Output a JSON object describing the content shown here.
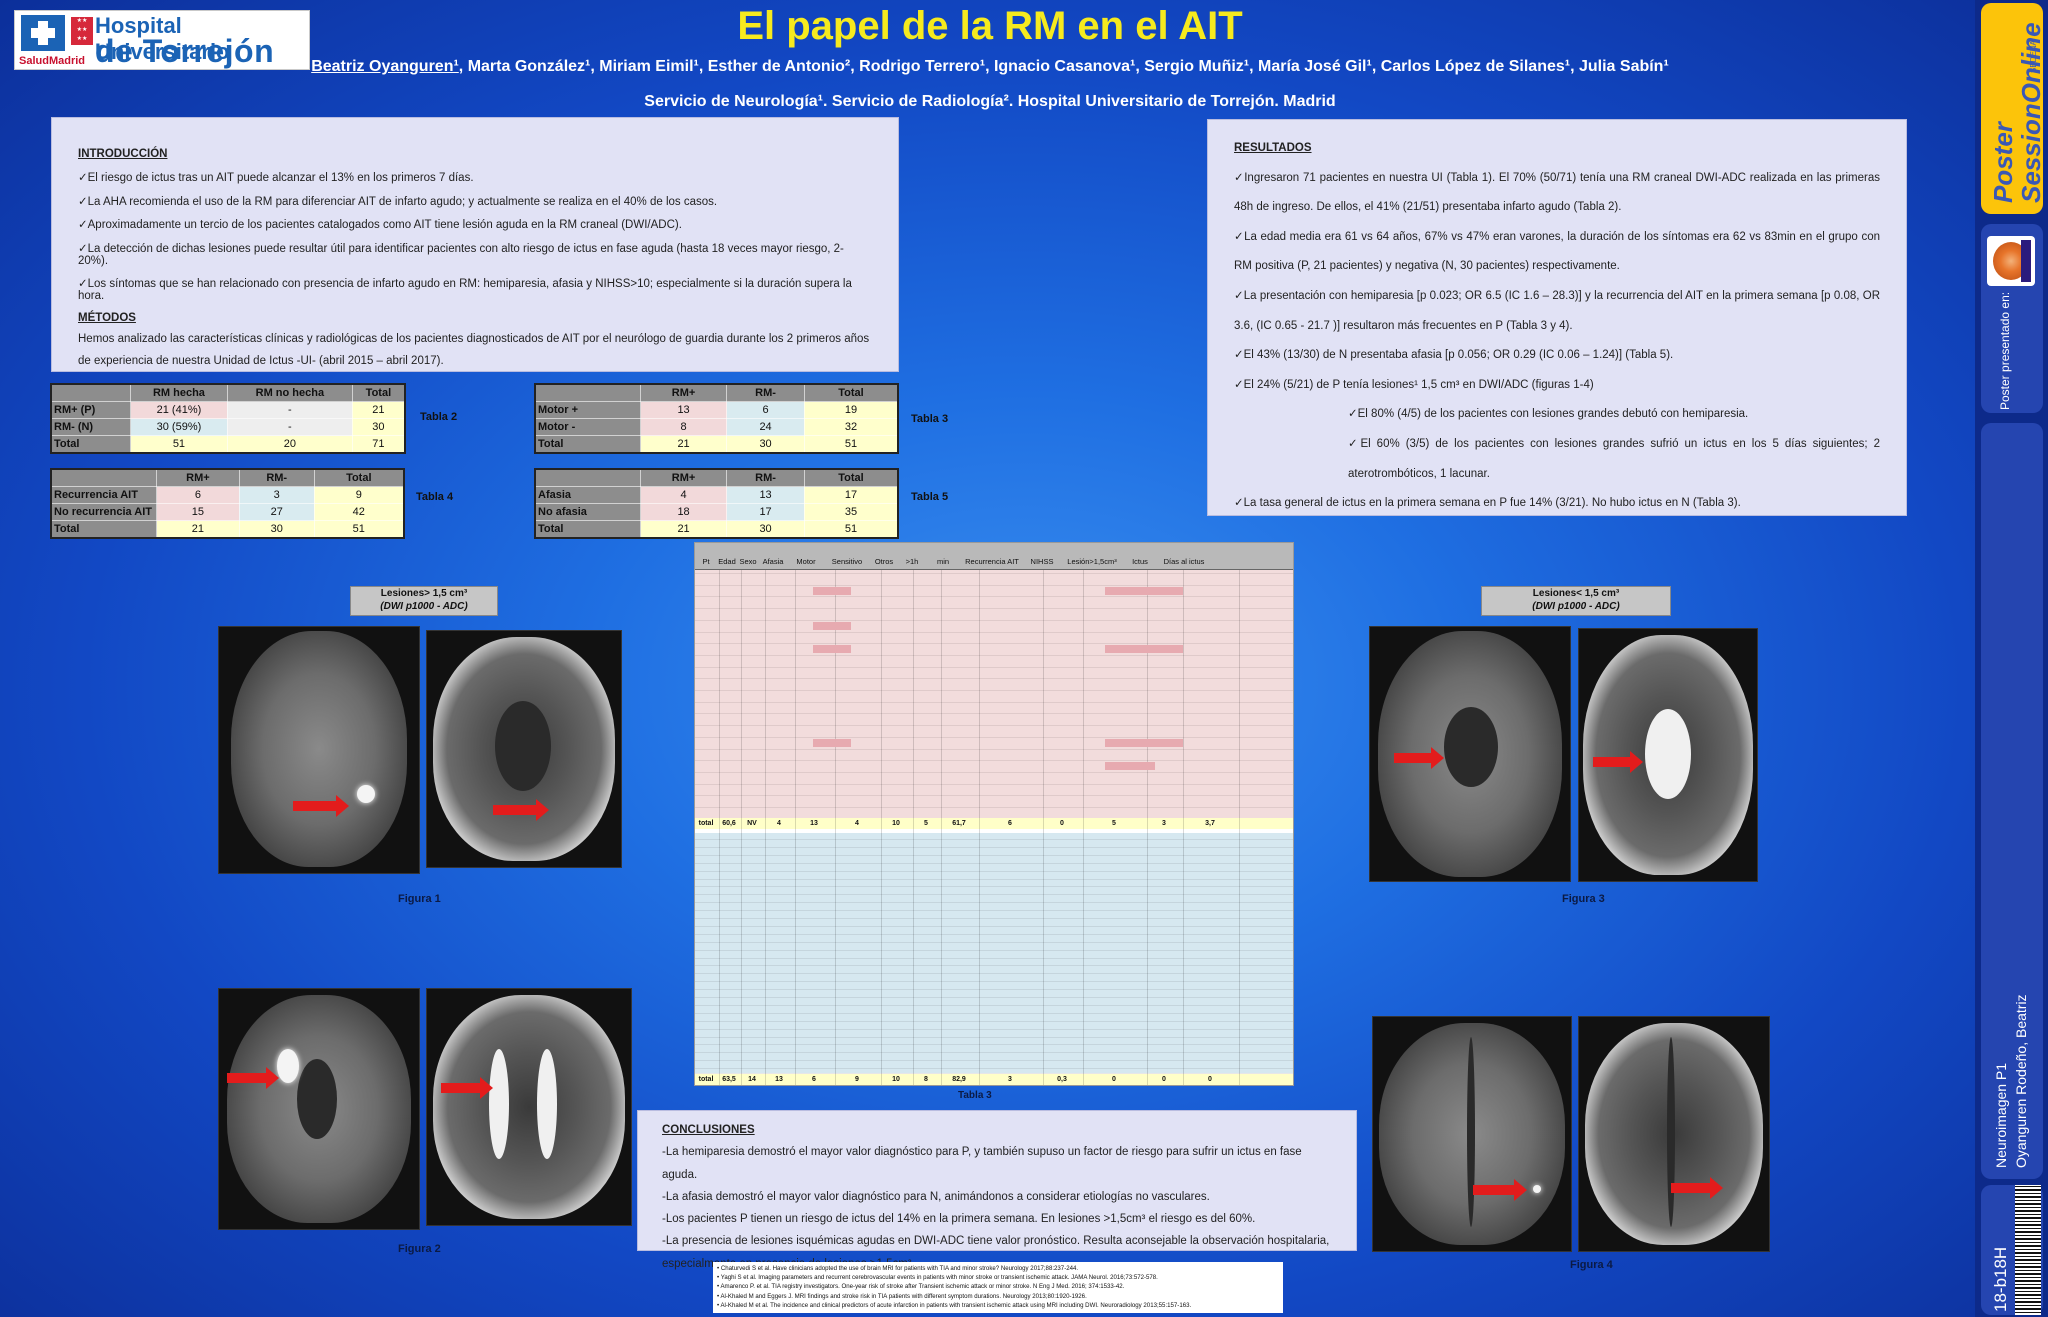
{
  "header": {
    "logo_small": "SaludMadrid",
    "logo_line1": "Hospital Universitario",
    "logo_line2": "de Torrejón",
    "title": "El papel de la RM en el AIT",
    "authors_first": "Beatriz Oyanguren¹",
    "authors_rest": ", Marta González¹, Miriam Eimil¹, Esther de Antonio², Rodrigo Terrero¹, Ignacio Casanova¹, Sergio Muñiz¹, María José Gil¹, Carlos López de Silanes¹, Julia Sabín¹",
    "affiliations": "Servicio de Neurología¹. Servicio de Radiología². Hospital Universitario de Torrejón. Madrid"
  },
  "intro": {
    "heading": "INTRODUCCIÓN",
    "items": [
      "✓El riesgo de ictus tras un AIT puede alcanzar el 13% en los primeros 7 días.",
      "✓La AHA recomienda el uso de la RM para diferenciar AIT de infarto agudo; y actualmente se realiza en el 40% de los casos.",
      "✓Aproximadamente un tercio de los pacientes catalogados como AIT tiene lesión aguda en la RM craneal (DWI/ADC).",
      "✓La detección de dichas lesiones puede resultar útil para identificar pacientes con alto riesgo de ictus en fase aguda (hasta 18 veces mayor riesgo, 2-20%).",
      "✓Los síntomas que se han relacionado con presencia de infarto agudo en RM: hemiparesia, afasia y NIHSS>10; especialmente si la duración supera la hora."
    ],
    "methods_heading": "MÉTODOS",
    "methods_text": "Hemos analizado las características clínicas y radiológicas de los pacientes diagnosticados de AIT por el neurólogo de guardia durante los 2 primeros años de experiencia de nuestra Unidad de Ictus -UI- (abril 2015 – abril 2017)."
  },
  "tabla2": {
    "label": "Tabla 2",
    "headers": [
      "",
      "RM hecha",
      "RM no hecha",
      "Total"
    ],
    "rows": [
      [
        "RM+ (P)",
        "21 (41%)",
        "-",
        "21"
      ],
      [
        "RM- (N)",
        "30 (59%)",
        "-",
        "30"
      ],
      [
        "Total",
        "51",
        "20",
        "71"
      ]
    ]
  },
  "tabla3": {
    "label": "Tabla 3",
    "headers": [
      "",
      "RM+",
      "RM-",
      "Total"
    ],
    "rows": [
      [
        "Motor +",
        "13",
        "6",
        "19"
      ],
      [
        "Motor -",
        "8",
        "24",
        "32"
      ],
      [
        "Total",
        "21",
        "30",
        "51"
      ]
    ]
  },
  "tabla4": {
    "label": "Tabla 4",
    "headers": [
      "",
      "RM+",
      "RM-",
      "Total"
    ],
    "rows": [
      [
        "Recurrencia AIT",
        "6",
        "3",
        "9"
      ],
      [
        "No recurrencia AIT",
        "15",
        "27",
        "42"
      ],
      [
        "Total",
        "21",
        "30",
        "51"
      ]
    ]
  },
  "tabla5": {
    "label": "Tabla 5",
    "headers": [
      "",
      "RM+",
      "RM-",
      "Total"
    ],
    "rows": [
      [
        "Afasia",
        "4",
        "13",
        "17"
      ],
      [
        "No afasia",
        "18",
        "17",
        "35"
      ],
      [
        "Total",
        "21",
        "30",
        "51"
      ]
    ]
  },
  "results": {
    "heading": "RESULTADOS",
    "p1": "✓Ingresaron 71 pacientes en nuestra UI (Tabla 1). El 70% (50/71) tenía una RM craneal DWI-ADC realizada en las primeras 48h de ingreso. De ellos, el 41% (21/51) presentaba infarto agudo (Tabla 2).",
    "p2": "✓La edad media era 61 vs 64 años, 67% vs 47% eran varones, la duración de los síntomas era 62 vs 83min en el grupo con RM positiva (P, 21 pacientes) y negativa (N, 30 pacientes) respectivamente.",
    "p3": "✓La presentación con hemiparesia [p 0.023; OR 6.5 (IC 1.6 – 28.3)] y la recurrencia del AIT en la primera semana [p 0.08, OR 3.6, (IC 0.65 - 21.7 )] resultaron más frecuentes en P (Tabla 3 y 4).",
    "p4": "✓El 43% (13/30) de N presentaba afasia [p 0.056; OR 0.29 (IC 0.06 – 1.24)] (Tabla 5).",
    "p5": "✓El 24% (5/21) de P tenía lesiones¹ 1,5 cm³ en DWI/ADC (figuras 1-4)",
    "p6": "✓El 80% (4/5) de los pacientes con lesiones grandes debutó con hemiparesia.",
    "p7": "✓El 60% (3/5) de los pacientes con lesiones grandes sufrió un ictus en los 5 días siguientes; 2 aterotrombóticos, 1 lacunar.",
    "p8": "✓La tasa general de ictus en la primera semana en P fue 14% (3/21). No hubo ictus en N (Tabla 3)."
  },
  "figures": {
    "fig1_box_a": "Lesiones> 1,5 cm³",
    "fig1_box_b": "(DWI p1000 - ADC)",
    "fig3_box_a": "Lesiones< 1,5 cm³",
    "fig3_box_b": "(DWI p1000 - ADC)",
    "fig1": "Figura 1",
    "fig2": "Figura 2",
    "fig3": "Figura 3",
    "fig4": "Figura 4",
    "table3_caption": "Tabla 3"
  },
  "bigtable": {
    "headers": [
      "Pt",
      "Edad",
      "Sexo",
      "Afasia",
      "Motor",
      "Sensitivo",
      "Otros",
      ">1h",
      "min",
      "Recurrencia AIT",
      "NIHSS",
      "Lesión>1,5cm³",
      "Ictus",
      "Días al ictus"
    ],
    "total_pos": [
      "total",
      "60,6",
      "NV",
      "4",
      "13",
      "4",
      "10",
      "5",
      "61,7",
      "6",
      "0",
      "5",
      "3",
      "3,7"
    ],
    "total_neg": [
      "total",
      "63,5",
      "14",
      "13",
      "6",
      "9",
      "10",
      "8",
      "82,9",
      "3",
      "0,3",
      "0",
      "0",
      "0"
    ]
  },
  "conclusions": {
    "heading": "CONCLUSIONES",
    "c1": "-La hemiparesia demostró el mayor valor diagnóstico para P, y también supuso un factor de riesgo para sufrir un ictus en fase aguda.",
    "c2": "-La afasia demostró el mayor valor diagnóstico para N, animándonos a considerar etiologías no vasculares.",
    "c3": "-Los pacientes P tienen un riesgo de ictus del 14% en la primera semana. En lesiones >1,5cm³ el riesgo es del 60%.",
    "c4": "-La presencia de lesiones isquémicas agudas en DWI-ADC tiene valor pronóstico. Resulta aconsejable la observación hospitalaria, especialmente en presencia de lesiones >1,5cm³."
  },
  "references": [
    "• Chaturvedi S et al. Have clinicians adopted the use of brain MRI for patients with TIA and minor stroke? Neurology 2017;88:237-244.",
    "• Yaghi S et al. Imaging parameters and recurrent cerebrovascular events in patients with minor stroke or transient ischemic attack. JAMA Neurol. 2016;73:572-578.",
    "• Amarenco P. et al. TIA registry investigators. One-year risk of stroke after Transient ischemic attack or minor stroke. N Eng J Med. 2016; 374:1533-42.",
    "• Al-Khaled M and Eggers J. MRI findings and stroke risk in TIA patients with different symptom durations. Neurology 2013;80:1920-1926.",
    "• Al-Khaled M et al. The incidence and clinical predictors of acute infarction in patients with transient ischemic attack using MRI including DWI. Neuroradiology 2013;55:157-163."
  ],
  "sidebar": {
    "poster": "Poster",
    "session": "SessionOnline",
    "small": "SEDENA",
    "presented": [
      "Poster",
      "presentado",
      "en:"
    ],
    "line_a": "Neuroimagen P1",
    "line_b": "Oyanguren Rodeño, Beatriz",
    "code": "18-b18H"
  },
  "colors": {
    "title": "#f6ea1e",
    "panel": "#e1e2f5",
    "pink": "#f2d9da",
    "blue": "#d9ebf0",
    "yellow": "#ffffcc",
    "arrow": "#e31c1c"
  }
}
